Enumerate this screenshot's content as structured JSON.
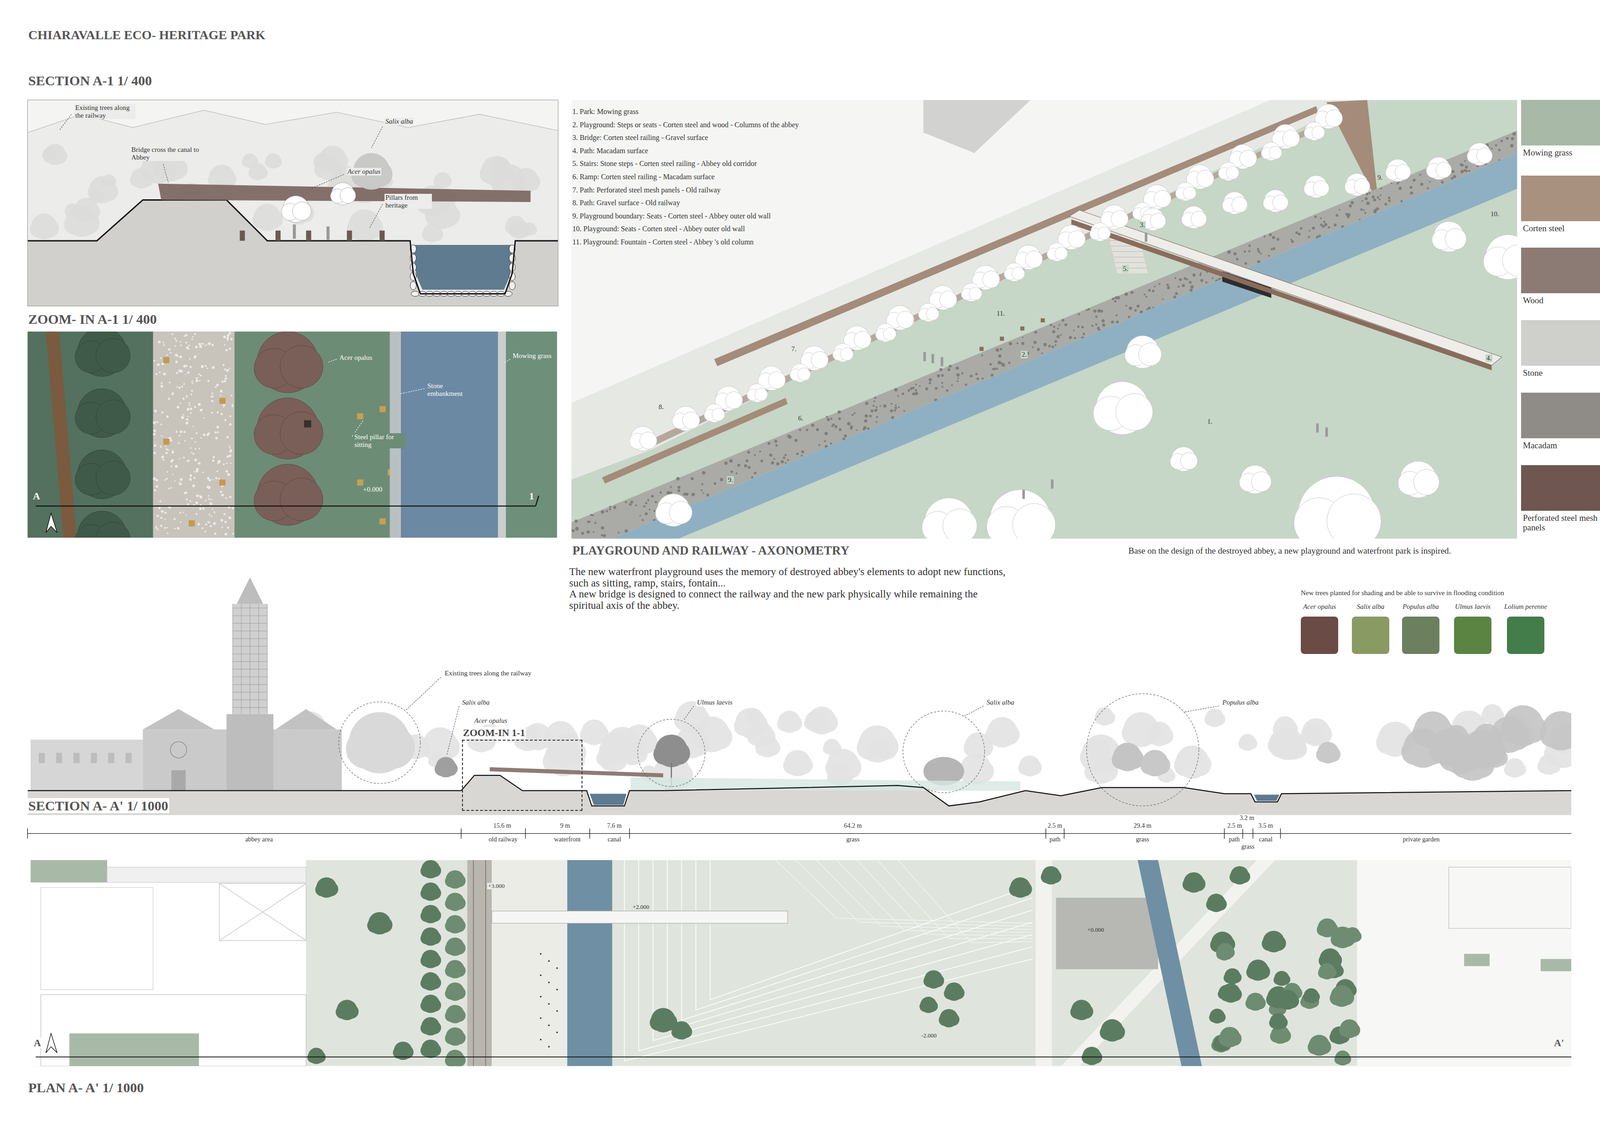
{
  "diagram": {
    "title": "CHIARAVALLE ECO- HERITAGE PARK",
    "nodes": [
      {
        "text": [
          "ZOOM-IN 1-1"
        ]
      }
    ],
    "labels": [
      "SECTION A-1 1/ 400",
      "Existing trees along the railway",
      "Bridge cross the canal to Abbey",
      "Salix alba",
      "Acer opalus",
      "Pillars from heritage",
      "ZOOM- IN A-1 1/ 400",
      "Acer opalus",
      "Mowing grass",
      "Stone embankment",
      "Steel pillar for sitting",
      "+0.000",
      "A",
      "1",
      "1. Park: Mowing grass",
      "2. Playground: Steps or seats - Corten steel and wood - Columns of the abbey",
      "3. Bridge: Corten steel railing - Gravel surface",
      "4. Path: Macadam surface",
      "5. Stairs: Stone steps - Corten steel railing - Abbey old corridor",
      "6. Ramp: Corten steel railing - Macadam surface",
      "7. Path: Perforated steel mesh panels - Old railway",
      "8. Path: Gravel surface - Old railway",
      "9. Playground boundary: Seats - Corten steel - Abbey outer old wall",
      "10. Playground: Seats - Corten steel - Abbey outer old wall",
      "11. Playground: Fountain - Corten steel - Abbey 's old column",
      "PLAYGROUND AND RAILWAY - AXONOMETRY",
      "The new waterfront playground uses the memory of destroyed abbey's elements to adopt new functions, such as sitting, ramp, stairs, fontain...",
      "A new bridge is designed to connect the railway and the new park physically while remaining the spiritual axis of the abbey.",
      "Base on the design of the destroyed abbey, a new playground and waterfront park is inspired.",
      "New trees planted for shading and be able to survive in flooding condition",
      "Existing trees along the railway",
      "Salix alba",
      "Acer opalus",
      "Ulmus laevis",
      "Salix alba",
      "Populus alba",
      "SECTION A- A' 1/ 1000",
      "15.6 m",
      "9 m",
      "7.6 m",
      "64.2 m",
      "2.5 m",
      "29.4 m",
      "2.5 m",
      "3.2 m",
      "3.5 m",
      "abbey area",
      "old railway",
      "waterfront",
      "canal",
      "grass",
      "path",
      "grass",
      "path",
      "grass",
      "canal",
      "private garden",
      "+3.000",
      "+2.000",
      "+0.000",
      "-2.000",
      "A",
      "A'",
      "PLAN A- A' 1/ 1000",
      "1.",
      "2.",
      "3.",
      "4.",
      "5.",
      "6.",
      "7.",
      "8.",
      "9.",
      "9.",
      "10.",
      "11."
    ],
    "legend": [
      {
        "text": "Mowing grass",
        "color": "#a9b9a8"
      },
      {
        "text": "Corten steel",
        "color": "#a8917f"
      },
      {
        "text": "Wood",
        "color": "#8c7b74"
      },
      {
        "text": "Stone",
        "color": "#cfcfcc"
      },
      {
        "text": "Macadam",
        "color": "#8f8c87"
      },
      {
        "text": "Perforated steel mesh panels",
        "color": "#6f5650"
      },
      {
        "text": "Acer opalus",
        "color": "#6b4b45"
      },
      {
        "text": "Salix alba",
        "color": "#8a9a63"
      },
      {
        "text": "Populus alba",
        "color": "#6c7f5f"
      },
      {
        "text": "Ulmus laevis",
        "color": "#5b8443"
      },
      {
        "text": "Lolium perenne",
        "color": "#437d4a"
      }
    ]
  }
}
